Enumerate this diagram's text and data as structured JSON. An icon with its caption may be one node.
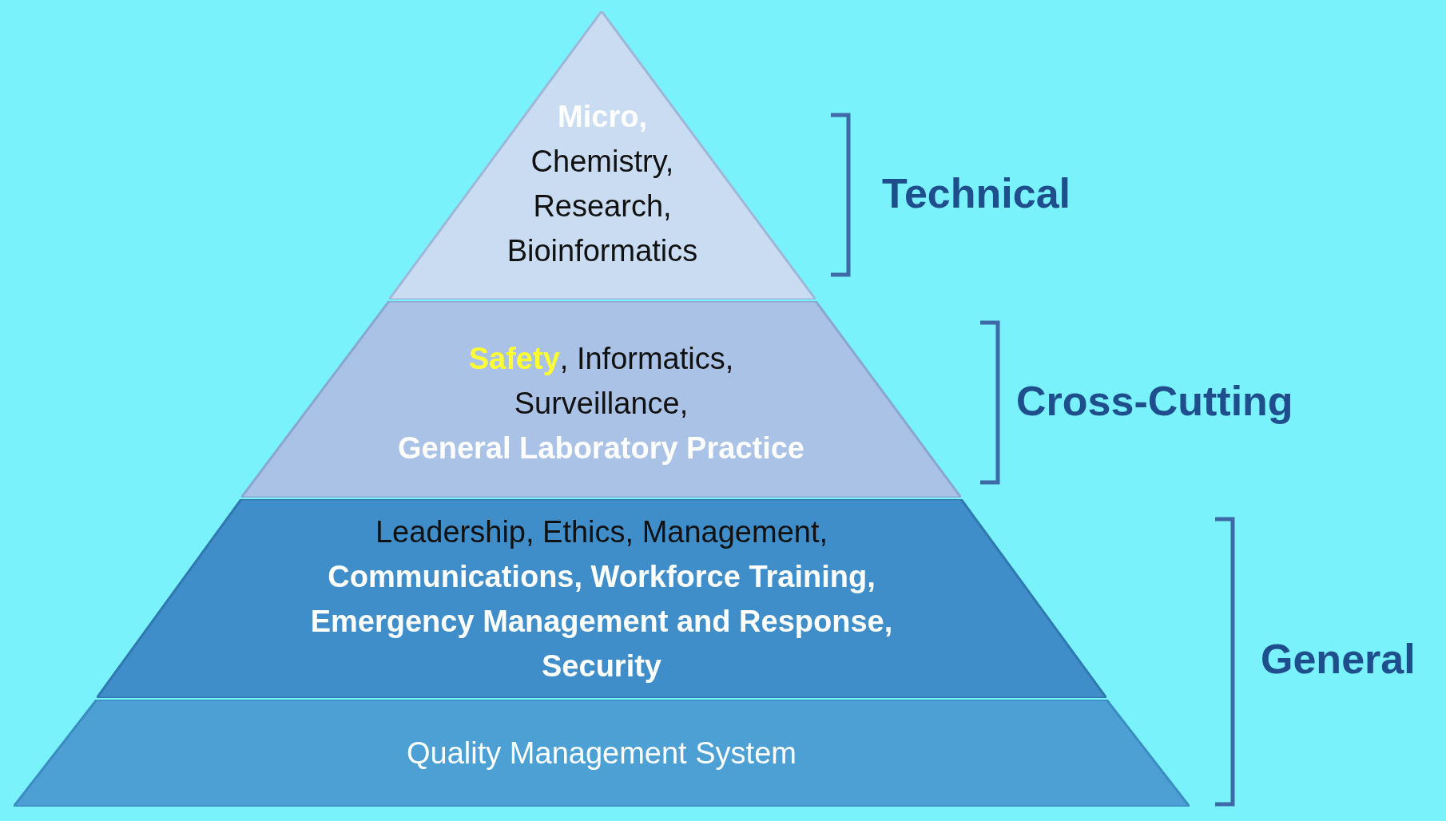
{
  "diagram": {
    "nodes": [
      {
        "text": [
          "Micro,",
          "Chemistry, Research, Bioinformatics"
        ]
      },
      {
        "text": [
          "**Safety**, Informatics, Surveillance,",
          "General Laboratory Practice"
        ]
      },
      {
        "text": [
          "Leadership, Ethics, Management,",
          "Communications, Workforce Training, Emergency Management and Response, Security"
        ]
      },
      {
        "text": [
          "Quality Management System"
        ]
      }
    ],
    "labels": [
      "Technical",
      "Cross-Cutting",
      "General"
    ]
  }
}
